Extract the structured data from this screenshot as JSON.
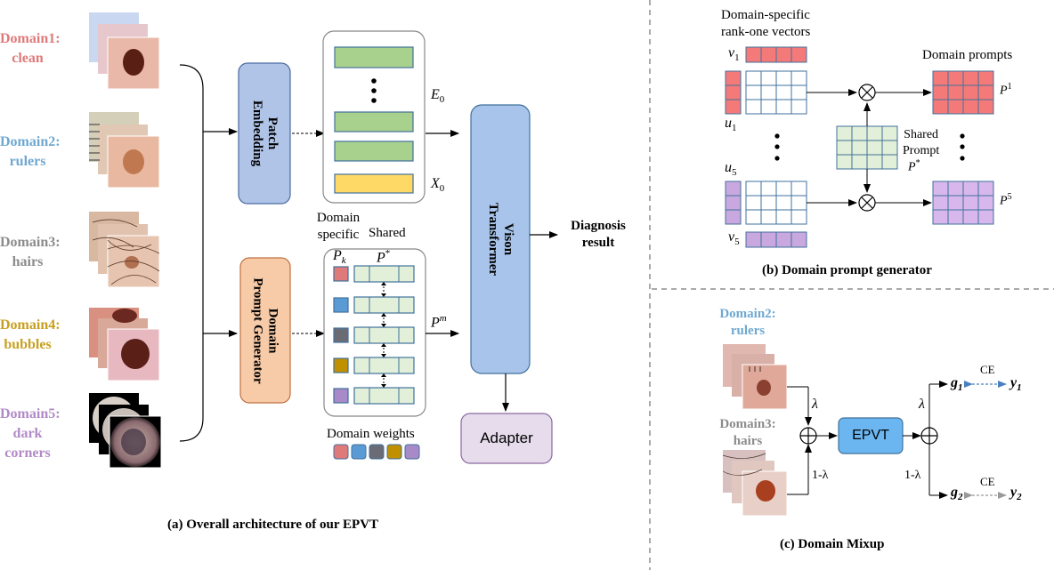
{
  "colors": {
    "domain1": "#e07a7a",
    "domain2": "#6fa8d0",
    "domain3": "#8c8c8c",
    "domain4": "#c8a020",
    "domain5": "#b28ac7",
    "patch_embedding": "#b0c4e8",
    "prompt_generator": "#f8cba8",
    "vit": "#a8c4ea",
    "adapter": "#e6dcec",
    "token_green": "#a9d18e",
    "token_yellow": "#ffd966",
    "prompt_cell": "#e2f0d9",
    "red_matrix": "#f47a7a",
    "purple_matrix": "#d8b8ec",
    "epvt": "#6bb6f0"
  },
  "panel_a": {
    "domains": [
      {
        "line1": "Domain1:",
        "line2": "clean",
        "line3": ""
      },
      {
        "line1": "Domain2:",
        "line2": "rulers",
        "line3": ""
      },
      {
        "line1": "Domain3:",
        "line2": "hairs",
        "line3": ""
      },
      {
        "line1": "Domain4:",
        "line2": "bubbles",
        "line3": ""
      },
      {
        "line1": "Domain5:",
        "line2": "dark",
        "line3": "corners"
      }
    ],
    "patch_embedding": "Patch\nEmbedding",
    "prompt_generator": "Domain\nPrompt Generator",
    "vit": "Vison\nTransformer",
    "adapter": "Adapter",
    "diagnosis": "Diagnosis\nresult",
    "e0": "E",
    "e0_sub": "0",
    "x0": "X",
    "x0_sub": "0",
    "domain_specific": "Domain\nspecific",
    "shared": "Shared",
    "pk": "P",
    "pk_sub": "k",
    "pstar": "P",
    "pstar_sup": "*",
    "pm": "P",
    "pm_sup": "m",
    "domain_weights": "Domain weights",
    "caption": "(a)  Overall architecture of our EPVT"
  },
  "panel_b": {
    "title_line1": "Domain-specific",
    "title_line2": "rank-one vectors",
    "domain_prompts": "Domain prompts",
    "v1": "v",
    "v1_sub": "1",
    "u1": "u",
    "u1_sub": "1",
    "u5": "u",
    "u5_sub": "5",
    "v5": "v",
    "v5_sub": "5",
    "p1": "P",
    "p1_sup": "1",
    "p5": "P",
    "p5_sup": "5",
    "shared_prompt": "Shared\nPrompt",
    "pstar": "P",
    "pstar_sup": "*",
    "caption": "(b)  Domain prompt generator"
  },
  "panel_c": {
    "domain2_line1": "Domain2:",
    "domain2_line2": "rulers",
    "domain3_line1": "Domain3:",
    "domain3_line2": "hairs",
    "lambda": "λ",
    "one_minus_lambda": "1-λ",
    "epvt": "EPVT",
    "g1": "g",
    "g1_sub": "1",
    "g2": "g",
    "g2_sub": "2",
    "y1": "y",
    "y1_sub": "1",
    "y2": "y",
    "y2_sub": "2",
    "ce": "CE",
    "caption": "(c)  Domain Mixup"
  }
}
